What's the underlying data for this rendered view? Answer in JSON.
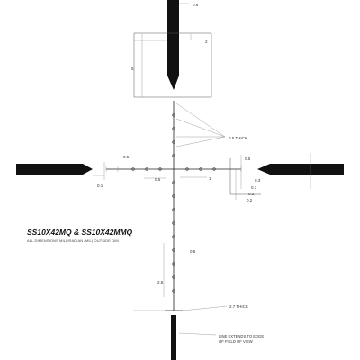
{
  "model_title": "SS10X42MQ & SS10X42MMQ",
  "subtitle": "ALL DIMENSIONS MILLIRADIAN (MIL) OUTSIDE DIM",
  "dimensions": {
    "top_post_width": "0.6",
    "top_post_height": "5",
    "top_offset": "2",
    "hair_thickness": "0.5 THICK",
    "left_gap": "0.5",
    "left_small": "0.1",
    "left_mark": "0.5",
    "center_mark": "1",
    "right_gap": "0.5",
    "right_a": "0.3",
    "right_b": "0.1",
    "right_c": "0.3",
    "right_d": "0.2",
    "lower_a": "0.5",
    "lower_b": "2.5",
    "bottom_thick": "2.7 THICK"
  },
  "note_lines": [
    "LINE EXTENDS TO EDGE",
    "OF FIELD OF VIEW"
  ],
  "colors": {
    "post": "#111111",
    "line": "#222222"
  }
}
